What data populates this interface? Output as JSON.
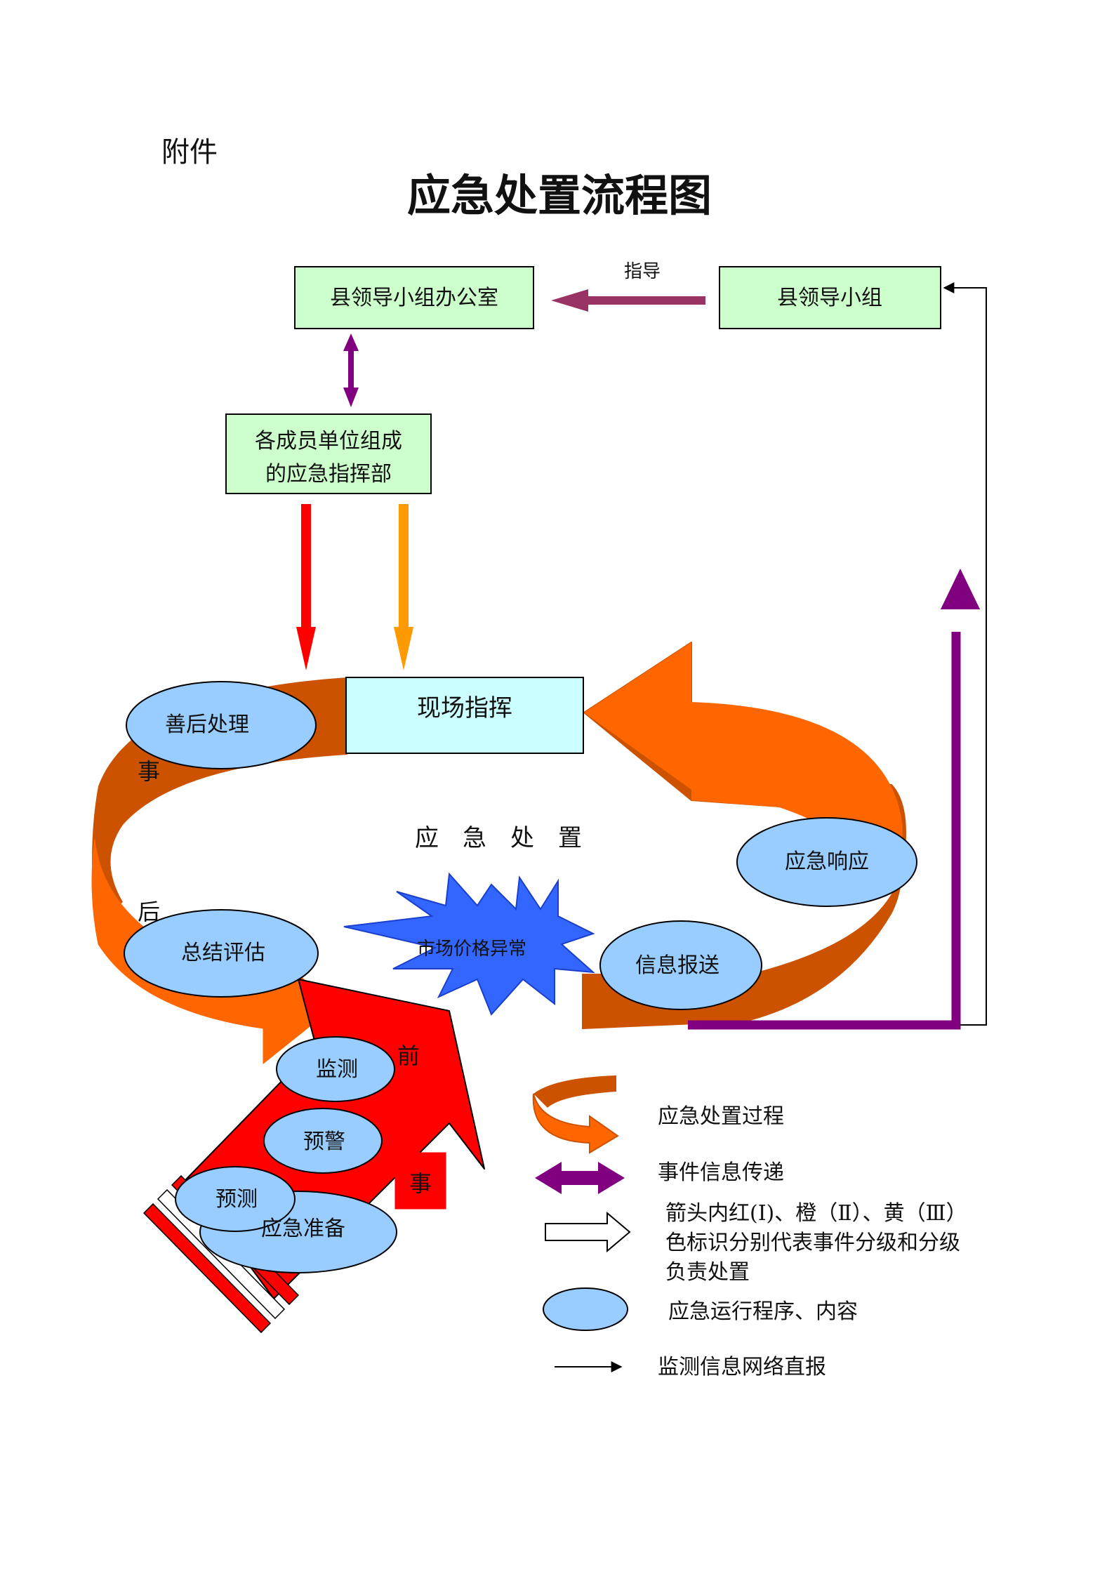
{
  "attachment_label": "附件",
  "title": "应急处置流程图",
  "nodes": {
    "leading_group_office": "县领导小组办公室",
    "leading_group": "县领导小组",
    "guidance_label": "指导",
    "command_line1": "各成员单位组成",
    "command_line2": "的应急指挥部",
    "onsite_command": "现场指挥",
    "cycle_center": "应　急　处　置",
    "market_anomaly": "市场价格异常",
    "aftermath": "善后处理",
    "summary": "总结评估",
    "emergency_response": "应急响应",
    "info_report": "信息报送",
    "monitoring": "监测",
    "early_warning": "预警",
    "forecast": "预测",
    "preparation": "应急准备",
    "before_char1": "前",
    "before_char2": "事",
    "after_char1": "事",
    "after_char2": "后"
  },
  "legend": {
    "process": "应急处置过程",
    "info_transfer": "事件信息传递",
    "arrow_colors_line1": "箭头内红(Ⅰ)、橙（Ⅱ）、黄（Ⅲ）",
    "arrow_colors_line2": "色标识分别代表事件分级和分级",
    "arrow_colors_line3": "负责处置",
    "ellipse": "应急运行程序、内容",
    "direct_report": "监测信息网络直报"
  },
  "colors": {
    "box_green": "#ccffcc",
    "box_cyan": "#ccffff",
    "ellipse_blue": "#99ccff",
    "orange": "#ff6600",
    "dark_orange": "#cc5200",
    "purple": "#800080",
    "red": "#ff0000",
    "amber": "#ff9900",
    "star_blue": "#3366ff",
    "guide_arrow": "#993366"
  }
}
